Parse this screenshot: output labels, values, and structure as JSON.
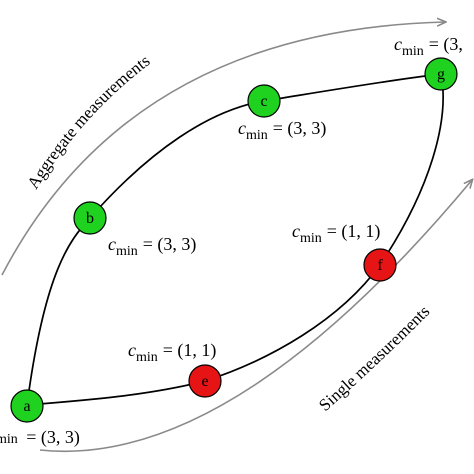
{
  "arcs": {
    "upper": "Aggregate measurements",
    "lower": "Single measurements"
  },
  "nodes": [
    {
      "id": "a",
      "label": "a",
      "color": "#1fd21f",
      "cmin_text": "min",
      "cmin_value": "= (3, 3)"
    },
    {
      "id": "b",
      "label": "b",
      "color": "#1fd21f",
      "cmin_text": "c",
      "cmin_sub": "min",
      "cmin_value": "= (3, 3)"
    },
    {
      "id": "c",
      "label": "c",
      "color": "#1fd21f",
      "cmin_text": "c",
      "cmin_sub": "min",
      "cmin_value": "= (3, 3)"
    },
    {
      "id": "g",
      "label": "g",
      "color": "#1fd21f",
      "cmin_text": "c",
      "cmin_sub": "min",
      "cmin_value": "= (3,"
    },
    {
      "id": "e",
      "label": "e",
      "color": "#e61414",
      "cmin_text": "c",
      "cmin_sub": "min",
      "cmin_value": "= (1, 1)"
    },
    {
      "id": "f",
      "label": "f",
      "color": "#e61414",
      "cmin_text": "c",
      "cmin_sub": "min",
      "cmin_value": "= (1, 1)"
    }
  ]
}
